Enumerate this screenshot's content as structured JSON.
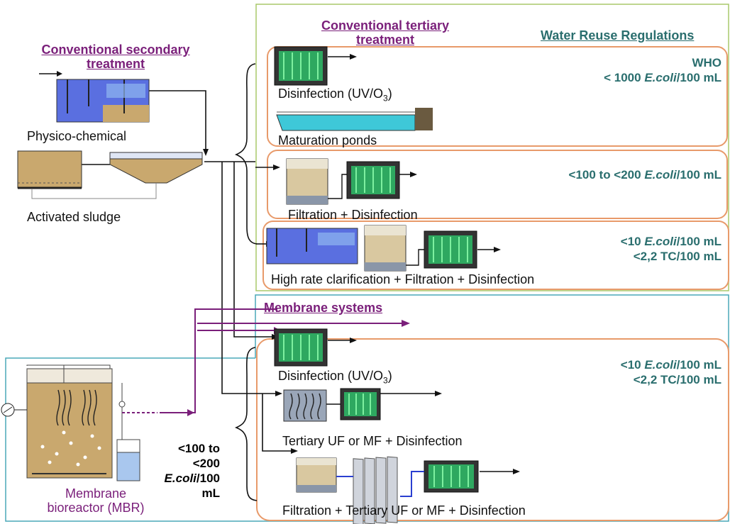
{
  "headers": {
    "secondary_line1": "Conventional secondary",
    "secondary_line2": "treatment",
    "tertiary_line1": "Conventional tertiary",
    "tertiary_line2": "treatment",
    "regulations": "Water Reuse Regulations",
    "membrane": "Membrane systems"
  },
  "secondary": {
    "physico_label": "Physico-chemical",
    "sludge_label": "Activated sludge"
  },
  "tertiary": {
    "disinfection_prefix": "Disinfection (UV/O",
    "disinfection_sub": "3",
    "disinfection_suffix": ")",
    "maturation_label": "Maturation ponds",
    "filtration_label": "Filtration + Disinfection",
    "highrate_label": "High rate clarification +  Filtration + Disinfection"
  },
  "regulations": {
    "who_title": "WHO",
    "who_prefix": "< 1000 ",
    "ecoli": "E.coli",
    "who_suffix": "/100 mL",
    "filtration_prefix": "<100 to <200 ",
    "filtration_suffix": "/100 mL",
    "highrate_prefix": "<10 ",
    "highrate_suffix": "/100 mL",
    "highrate_tc": "<2,2 TC/100 mL",
    "membrane_prefix": "<10 ",
    "membrane_suffix": "/100 mL",
    "membrane_tc": "<2,2 TC/100 mL"
  },
  "membrane": {
    "disinfection_prefix": "Disinfection (UV/O",
    "disinfection_sub": "3",
    "disinfection_suffix": ")",
    "uf_label": "Tertiary UF or MF + Disinfection",
    "filt_uf_label": "Filtration + Tertiary UF or MF + Disinfection",
    "mbr_line1": "Membrane",
    "mbr_line2": "bioreactor (MBR)",
    "mbr_note_line1": "<100 to",
    "mbr_note_line2": "<200",
    "mbr_note_line3_ecoli": "E.coli",
    "mbr_note_line3_suffix": "/100",
    "mbr_note_line4": "mL"
  },
  "colors": {
    "purple": "#7a1f7a",
    "teal": "#2a6e6e",
    "orange_box": "#e89a6a",
    "green_box": "#a8c86a",
    "uv_green": "#3ad07a",
    "water_blue": "#5a6fe0",
    "sludge_tan": "#c9a86e"
  }
}
